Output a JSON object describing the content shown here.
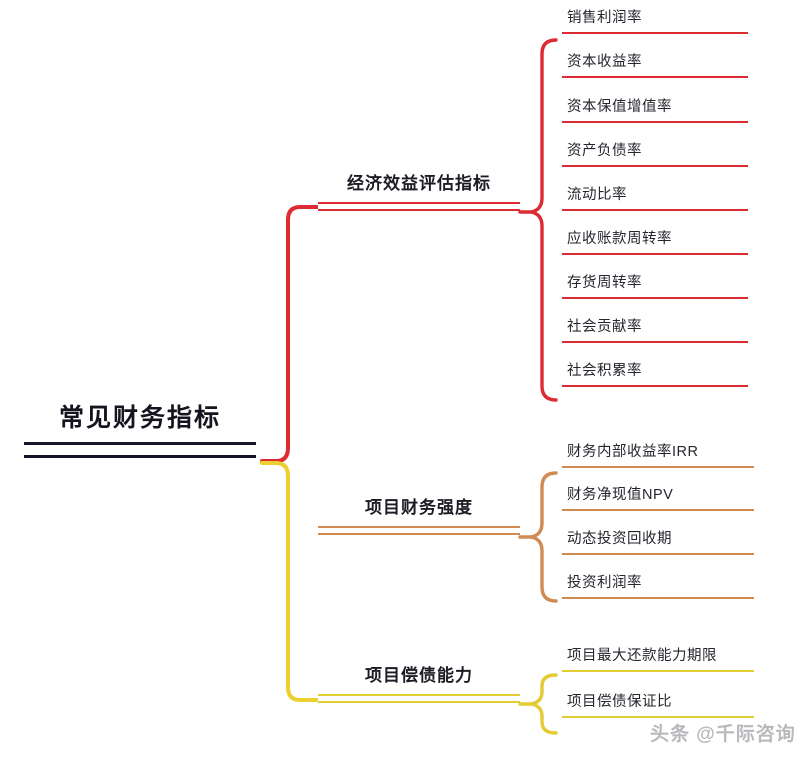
{
  "diagram": {
    "title": "常见财务指标",
    "watermark": "头条 @千际咨询",
    "colors": {
      "root": "#14142b",
      "branch_1": "#dc2b33",
      "branch_2": "#d08b52",
      "branch_3": "#e3cb33",
      "text": "#1c1c24",
      "background": "#ffffff",
      "watermark": "#b9b9bd"
    },
    "root": {
      "label": "常见财务指标"
    },
    "branches": [
      {
        "label": "经济效益评估指标",
        "color": "#dc2b33",
        "children": [
          {
            "label": "销售利润率"
          },
          {
            "label": "资本收益率"
          },
          {
            "label": "资本保值增值率"
          },
          {
            "label": "资产负债率"
          },
          {
            "label": "流动比率"
          },
          {
            "label": "应收账款周转率"
          },
          {
            "label": "存货周转率"
          },
          {
            "label": "社会贡献率"
          },
          {
            "label": "社会积累率"
          }
        ]
      },
      {
        "label": "项目财务强度",
        "color": "#d08b52",
        "children": [
          {
            "label": "财务内部收益率IRR"
          },
          {
            "label": "财务净现值NPV"
          },
          {
            "label": "动态投资回收期"
          },
          {
            "label": "投资利润率"
          }
        ]
      },
      {
        "label": "项目偿债能力",
        "color": "#e3cb33",
        "children": [
          {
            "label": "项目最大还款能力期限"
          },
          {
            "label": "项目偿债保证比"
          }
        ]
      }
    ]
  }
}
